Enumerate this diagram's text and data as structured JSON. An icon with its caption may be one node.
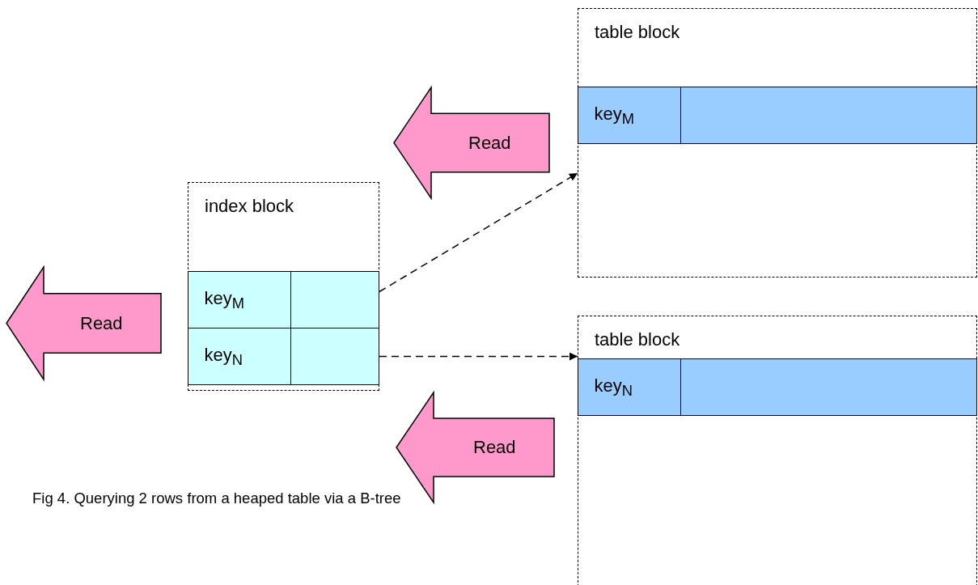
{
  "diagram": {
    "caption": "Fig 4. Querying 2 rows from a heaped table via a B-tree",
    "nodes": [
      {
        "text": [
          "table block"
        ]
      },
      {
        "text": [
          "key$_{M}$"
        ],
        "in": 0
      },
      {
        "text": [],
        "shape": "box",
        "in": 0
      },
      {
        "text": [
          "Read"
        ]
      },
      {
        "text": [
          "index block"
        ]
      },
      {
        "text": [
          "key$_{M}$"
        ],
        "in": 4
      },
      {
        "text": [],
        "shape": "box",
        "in": 4
      },
      {
        "text": [
          "key$_{N}$"
        ],
        "in": 4
      },
      {
        "text": [],
        "shape": "box",
        "in": 4
      },
      {
        "text": [
          "Read"
        ]
      },
      {
        "text": [
          "table block"
        ]
      },
      {
        "text": [
          "key$_{N}$"
        ],
        "in": 10
      },
      {
        "text": [],
        "shape": "box",
        "in": 10
      },
      {
        "text": [
          "Read"
        ]
      }
    ],
    "edges": [
      {
        "from": 6,
        "to": 0,
        "arrow": "to",
        "style": "dashed"
      },
      {
        "from": 8,
        "to": 10,
        "arrow": "to",
        "style": "dashed"
      }
    ]
  }
}
